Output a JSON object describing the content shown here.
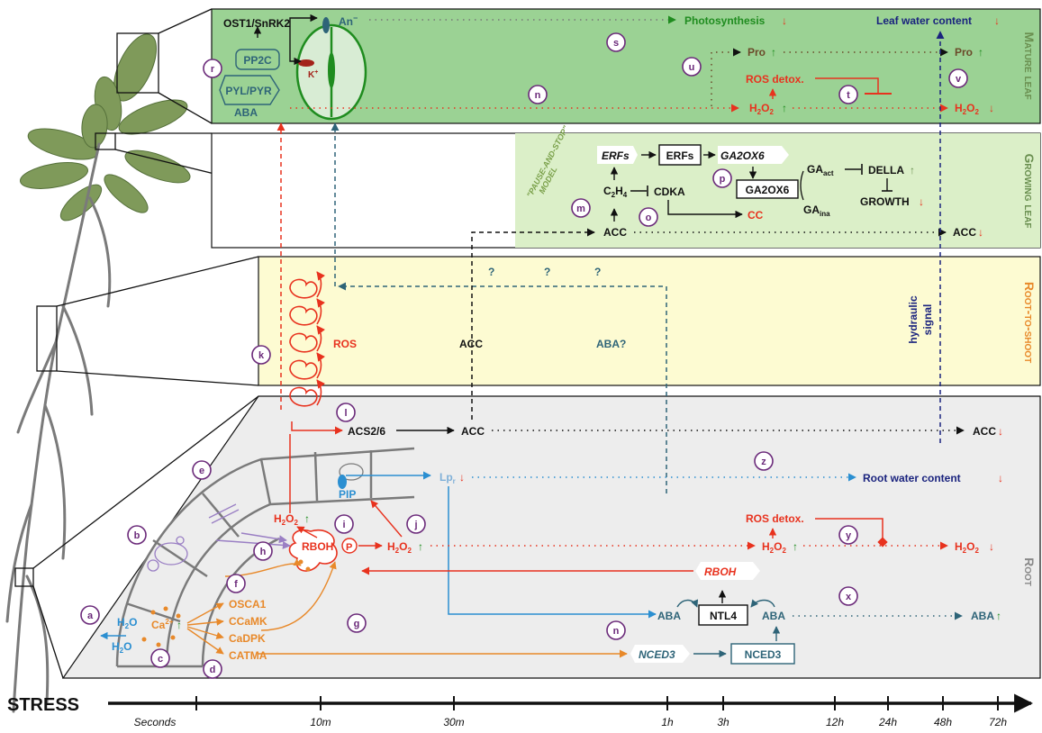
{
  "panels": {
    "mature_leaf": "Mature leaf",
    "growing_leaf": "Growing leaf",
    "root_to_shoot": "Root-to-shoot",
    "root": "Root"
  },
  "colors": {
    "mature_bg": "#9bd294",
    "growing_bg": "#dbefc8",
    "rts_bg": "#fdfbd2",
    "root_bg": "#ededed",
    "red": "#e8321e",
    "orange": "#e8892a",
    "teal": "#2e6478",
    "navy": "#1a237e",
    "purple": "#6b2a7a",
    "green": "#1f8c1f",
    "blue": "#2b8fd1"
  },
  "mature": {
    "ost1": "OST1/SnRK2",
    "an": "An",
    "an_sup": "−",
    "k": "K",
    "k_sup": "+",
    "pp2c": "PP2C",
    "pyl": "PYL/PYR",
    "aba": "ABA",
    "photosynthesis": "Photosynthesis",
    "leaf_water": "Leaf water content",
    "pro1": "Pro",
    "pro2": "Pro",
    "ros_detox": "ROS detox.",
    "h2o2_1": "H",
    "h2o2_2": "H"
  },
  "growing": {
    "pause": "\"PAUSE-AND-STOP\"",
    "model": "MODEL",
    "erfs_it": "ERFs",
    "erfs_box": "ERFs",
    "ga2ox6_it": "GA2OX6",
    "ga2ox6_box": "GA2OX6",
    "ga_act": "GA",
    "ga_act_sub": "act",
    "ga_ina": "GA",
    "ga_ina_sub": "ina",
    "della": "DELLA",
    "growth": "GROWTH",
    "c2h4": "C",
    "cdka": "CDKA",
    "cc": "CC",
    "acc1": "ACC",
    "acc2": "ACC"
  },
  "rts": {
    "ros": "ROS",
    "acc": "ACC",
    "aba": "ABA?",
    "q": "?",
    "hydraulic": "hydraulic",
    "signal": "signal"
  },
  "root": {
    "acs": "ACS2/6",
    "acc1": "ACC",
    "acc2": "ACC",
    "lpr": "Lp",
    "lpr_sub": "r",
    "root_water": "Root water content",
    "pip": "PIP",
    "h2o2_cell": "H",
    "rboh": "RBOH",
    "p": "P",
    "h2o2_mid": "H",
    "ros_detox": "ROS detox.",
    "h2o2_r1": "H",
    "h2o2_r2": "H",
    "rboh_it": "RBOH",
    "ntl4": "NTL4",
    "aba1": "ABA",
    "aba2": "ABA",
    "aba3": "ABA",
    "nced3_it": "NCED3",
    "nced3_box": "NCED3",
    "h2o": "H",
    "h2o_b": "H",
    "ca": "Ca",
    "ca_sup": "2+",
    "osca1": "OSCA1",
    "ccamk": "CCaMK",
    "cadpk": "CaDPK",
    "catma": "CATMA"
  },
  "circles": [
    "a",
    "b",
    "c",
    "d",
    "e",
    "f",
    "g",
    "h",
    "i",
    "j",
    "k",
    "l",
    "m",
    "n",
    "o",
    "p",
    "r",
    "s",
    "t",
    "u",
    "v",
    "x",
    "y",
    "z",
    "n"
  ],
  "timeline": {
    "stress": "STRESS",
    "ticks": [
      "Seconds",
      "10m",
      "30m",
      "1h",
      "3h",
      "12h",
      "24h",
      "48h",
      "72h"
    ]
  }
}
